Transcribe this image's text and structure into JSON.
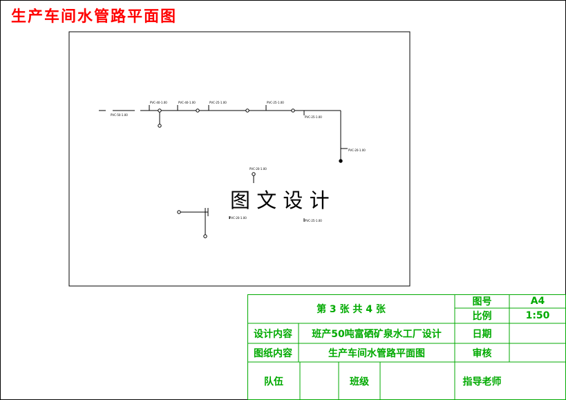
{
  "page_title": "生产车间水管路平面图",
  "watermark": "图 文 设 计",
  "pipe_labels": [
    "PVC-50-1.00",
    "PVC-40-1.00",
    "PVC-40-1.00",
    "PVC-25-1.00",
    "PVC-25-1.00",
    "PVC-25-1.00",
    "PVC-20-1.00",
    "PVC-20-1.00",
    "PVC-25-1.00",
    "PVC-20-1.00"
  ],
  "title_block": {
    "sheet_info": "第 3 张   共 4 张",
    "drawing_no_label": "图号",
    "drawing_no_value": "A4",
    "scale_label": "比例",
    "scale_value": "1:50",
    "design_content_label": "设计内容",
    "design_content_value": "班产50吨富硒矿泉水工厂设计",
    "date_label": "日期",
    "drawing_content_label": "图纸内容",
    "drawing_content_value": "生产车间水管路平面图",
    "review_label": "审核",
    "team_label": "队伍",
    "class_label": "班级",
    "advisor_label": "指导老师"
  },
  "colors": {
    "title": "#ff0000",
    "lines": "#000000",
    "title_block": "#00aa00"
  }
}
